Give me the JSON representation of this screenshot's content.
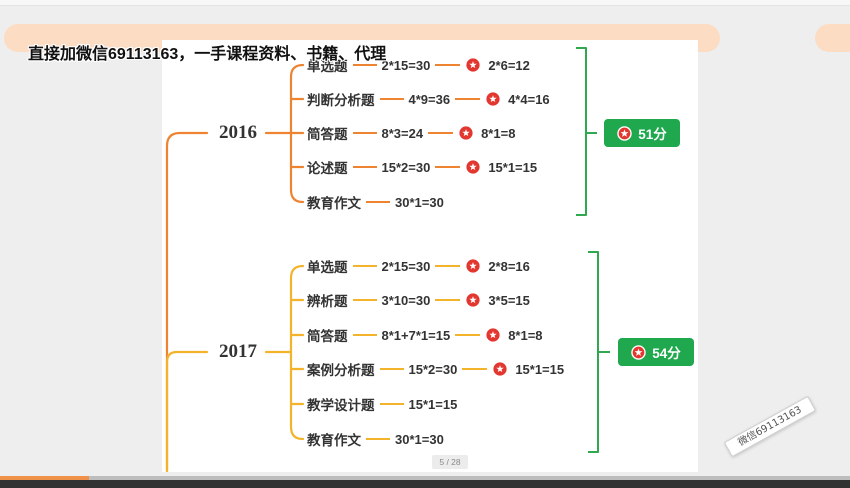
{
  "watermark_top": "直接加微信69113163，一手课程资料、书籍、代理",
  "watermark_corner": "微信69113163",
  "pager": {
    "text": "5 / 28"
  },
  "player": {
    "progress": 0.105
  },
  "icons": {
    "marker": "star-marker-icon"
  },
  "colors": {
    "page_bg": "#eeeeee",
    "band": "#fcdcc3",
    "branch_2016": "#ee8431",
    "branch_2017": "#f3b42c",
    "bracket": "#30a84f",
    "badge": "#1fa84d",
    "star": "#e2362e",
    "text": "#333333",
    "progress": "#f0914a"
  },
  "mindmap": {
    "years": [
      {
        "year": "2016",
        "total": "51分",
        "rows": [
          {
            "label": "单选题",
            "formula": "2*15=30",
            "starred": "2*6=12"
          },
          {
            "label": "判断分析题",
            "formula": "4*9=36",
            "starred": "4*4=16"
          },
          {
            "label": "简答题",
            "formula": "8*3=24",
            "starred": "8*1=8"
          },
          {
            "label": "论述题",
            "formula": "15*2=30",
            "starred": "15*1=15"
          },
          {
            "label": "教育作文",
            "formula": "30*1=30"
          }
        ]
      },
      {
        "year": "2017",
        "total": "54分",
        "rows": [
          {
            "label": "单选题",
            "formula": "2*15=30",
            "starred": "2*8=16"
          },
          {
            "label": "辨析题",
            "formula": "3*10=30",
            "starred": "3*5=15"
          },
          {
            "label": "简答题",
            "formula": "8*1+7*1=15",
            "starred": "8*1=8"
          },
          {
            "label": "案例分析题",
            "formula": "15*2=30",
            "starred": "15*1=15"
          },
          {
            "label": "教学设计题",
            "formula": "15*1=15"
          },
          {
            "label": "教育作文",
            "formula": "30*1=30"
          }
        ]
      }
    ]
  }
}
